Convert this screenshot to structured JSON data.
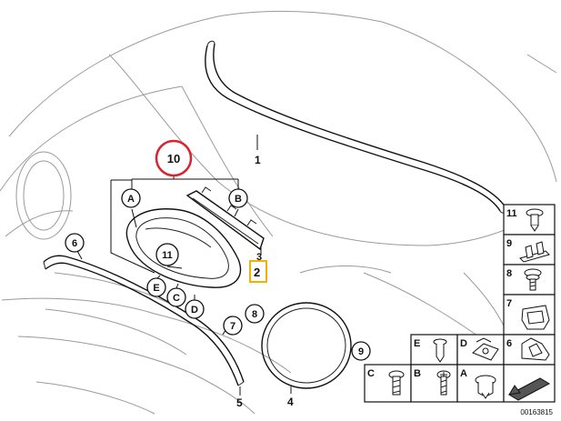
{
  "diagram_id": "00163815",
  "part_callouts": [
    "1",
    "2",
    "3",
    "4",
    "5",
    "6",
    "7",
    "8",
    "9",
    "10",
    "11"
  ],
  "letter_callouts": [
    "A",
    "B",
    "C",
    "D",
    "E"
  ],
  "fastener_table": [
    {
      "label": "11",
      "icon": "push-rivet-icon"
    },
    {
      "label": "9",
      "icon": "clip-strip-icon"
    },
    {
      "label": "8",
      "icon": "screw-washer-icon"
    },
    {
      "label": "7",
      "icon": "clip-nut-icon"
    },
    {
      "label": "6",
      "icon": "retaining-clip-icon"
    },
    {
      "label": "E",
      "icon": "expanding-rivet-icon"
    },
    {
      "label": "D",
      "icon": "spring-nut-icon"
    },
    {
      "label": "C",
      "icon": "torx-screw-icon"
    },
    {
      "label": "B",
      "icon": "phillips-screw-icon"
    },
    {
      "label": "A",
      "icon": "grommet-icon"
    },
    {
      "label": "",
      "icon": "arrow-symbol-icon"
    }
  ],
  "highlights": {
    "circle_color": "#d9232e",
    "box_color": "#f0b400"
  }
}
